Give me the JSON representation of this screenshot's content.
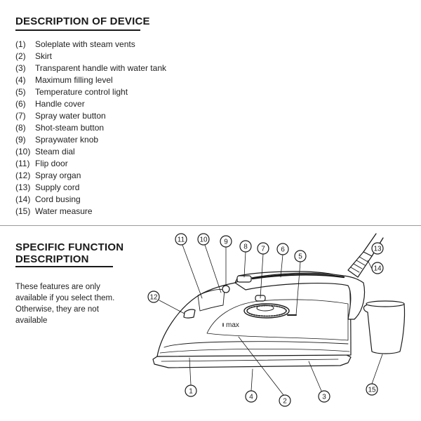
{
  "description": {
    "title": "DESCRIPTION OF DEVICE",
    "parts": [
      {
        "num": "(1)",
        "label": "Soleplate with steam vents"
      },
      {
        "num": "(2)",
        "label": "Skirt"
      },
      {
        "num": "(3)",
        "label": "Transparent handle with water tank"
      },
      {
        "num": "(4)",
        "label": "Maximum filling level"
      },
      {
        "num": "(5)",
        "label": "Temperature control light"
      },
      {
        "num": "(6)",
        "label": "Handle cover"
      },
      {
        "num": "(7)",
        "label": "Spray water button"
      },
      {
        "num": "(8)",
        "label": "Shot-steam button"
      },
      {
        "num": "(9)",
        "label": "Spraywater knob"
      },
      {
        "num": "(10)",
        "label": "Steam dial"
      },
      {
        "num": "(11)",
        "label": "Flip door"
      },
      {
        "num": "(12)",
        "label": "Spray organ"
      },
      {
        "num": "(13)",
        "label": "Supply cord"
      },
      {
        "num": "(14)",
        "label": "Cord busing"
      },
      {
        "num": "(15)",
        "label": "Water measure"
      }
    ]
  },
  "specific": {
    "title_line1": "SPECIFIC FUNCTION",
    "title_line2": "DESCRIPTION",
    "note": "These features are only available if you select them. Otherwise, they are not available"
  },
  "diagram": {
    "max_label": "max",
    "callouts": [
      "1",
      "2",
      "3",
      "4",
      "5",
      "6",
      "7",
      "8",
      "9",
      "10",
      "11",
      "12",
      "13",
      "14",
      "15"
    ]
  }
}
